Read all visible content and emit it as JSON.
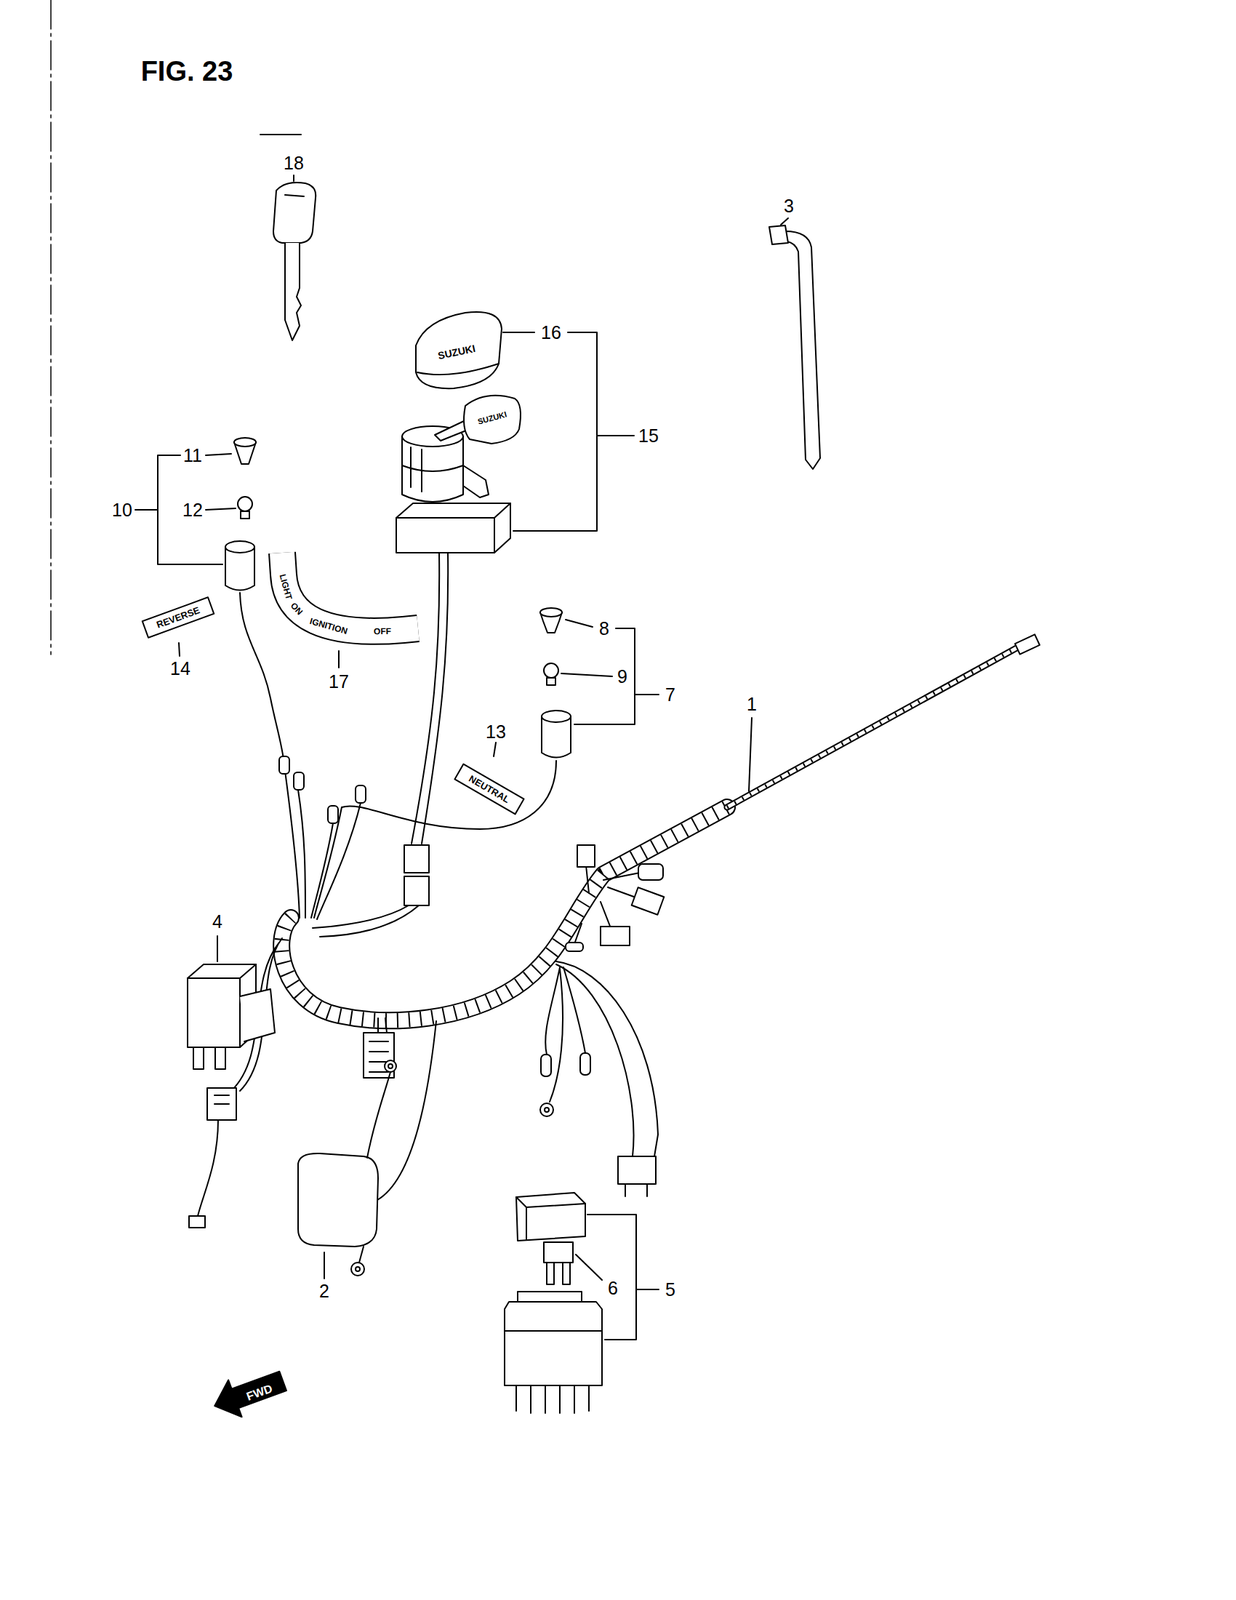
{
  "diagram": {
    "title": "FIG. 23",
    "labels": [
      "18",
      "3",
      "16",
      "SUZUKI",
      "15",
      "SUZUKI",
      "11",
      "10",
      "12",
      "REVERSE",
      "LIGHT",
      "ON",
      "IGNITION",
      "OFF",
      "14",
      "17",
      "8",
      "9",
      "7",
      "13",
      "NEUTRAL",
      "1",
      "4",
      "2",
      "6",
      "5",
      "FWD"
    ]
  }
}
